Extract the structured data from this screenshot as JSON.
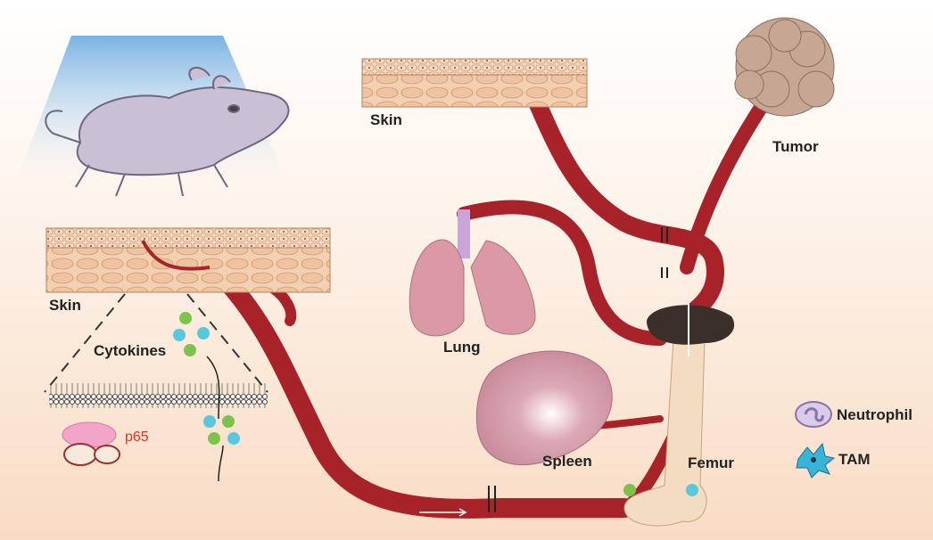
{
  "labels": {
    "skin_top": "Skin",
    "skin_left": "Skin",
    "tumor": "Tumor",
    "lung": "Lung",
    "spleen": "Spleen",
    "femur": "Femur",
    "cytokines": "Cytokines",
    "p65": "p65"
  },
  "legend": {
    "neutrophil": "Neutrophil",
    "tam": "TAM"
  },
  "colors": {
    "vessel": "#a8222a",
    "skin_cell": "#f0c9a6",
    "cytokine_green": "#7cc24b",
    "cytokine_cyan": "#59c8dc",
    "neutrophil": "#8f6fa8",
    "tam": "#3ab3d8",
    "p65": "#e0302a"
  }
}
